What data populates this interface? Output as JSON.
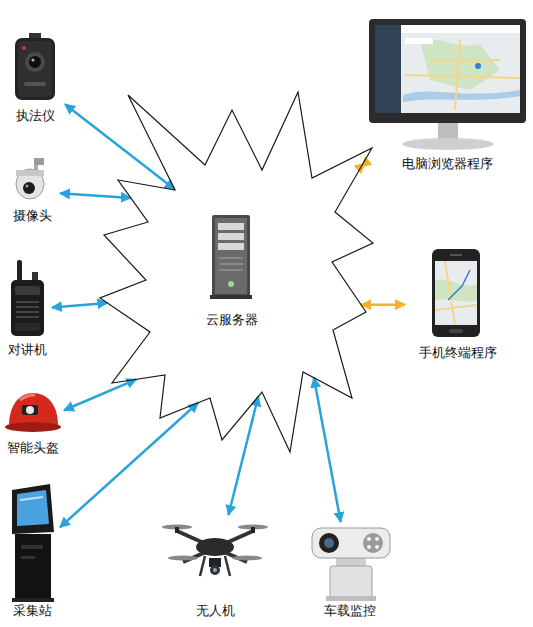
{
  "diagram": {
    "nodes": [
      {
        "text": [
          "执法仪"
        ]
      },
      {
        "text": [
          "摄像头"
        ]
      },
      {
        "text": [
          "对讲机"
        ]
      },
      {
        "text": [
          "智能头盔"
        ]
      },
      {
        "text": [
          "采集站"
        ]
      },
      {
        "text": [
          "无人机"
        ]
      },
      {
        "text": [
          "车载监控"
        ]
      },
      {
        "text": [
          "云服务器"
        ]
      },
      {
        "text": [
          "电脑浏览器程序"
        ]
      },
      {
        "text": [
          "手机终端程序"
        ]
      }
    ],
    "edges": [
      {
        "from": 0,
        "to": 7,
        "arrow": "both"
      },
      {
        "from": 1,
        "to": 7,
        "arrow": "both"
      },
      {
        "from": 2,
        "to": 7,
        "arrow": "both"
      },
      {
        "from": 3,
        "to": 7,
        "arrow": "both"
      },
      {
        "from": 4,
        "to": 7,
        "arrow": "both"
      },
      {
        "from": 5,
        "to": 7,
        "arrow": "both"
      },
      {
        "from": 6,
        "to": 7,
        "arrow": "both"
      },
      {
        "from": 8,
        "to": 7,
        "arrow": "both"
      },
      {
        "from": 9,
        "to": 7,
        "arrow": "both"
      }
    ]
  }
}
